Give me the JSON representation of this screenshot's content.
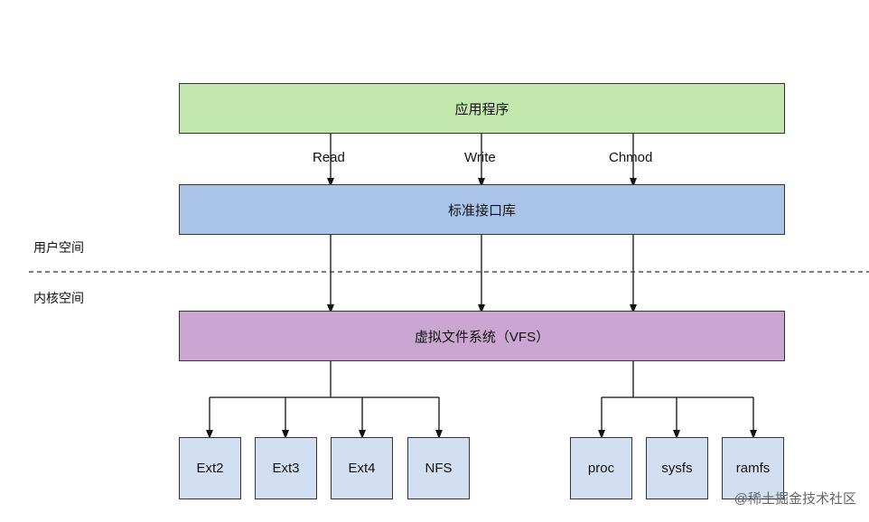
{
  "layers": {
    "application": "应用程序",
    "std_library": "标准接口库",
    "vfs": "虚拟文件系统（VFS）"
  },
  "calls": [
    "Read",
    "Write",
    "Chmod"
  ],
  "regions": {
    "user_space": "用户空间",
    "kernel_space": "内核空间"
  },
  "filesystems_left": [
    "Ext2",
    "Ext3",
    "Ext4",
    "NFS"
  ],
  "filesystems_right": [
    "proc",
    "sysfs",
    "ramfs"
  ],
  "watermark": "@稀土掘金技术社区",
  "colors": {
    "application": "#c2e7ad",
    "std_library": "#aac4e8",
    "vfs": "#cba6d3",
    "filesystem": "#d2dff2"
  }
}
